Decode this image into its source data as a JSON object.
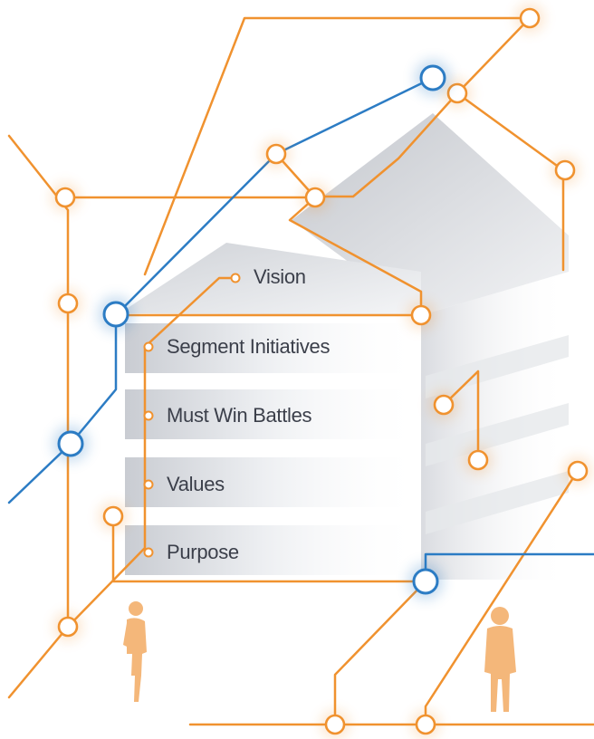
{
  "diagram": {
    "levels": [
      {
        "id": "vision",
        "label": "Vision"
      },
      {
        "id": "segment-initiatives",
        "label": "Segment Initiatives"
      },
      {
        "id": "must-win-battles",
        "label": "Must Win Battles"
      },
      {
        "id": "values",
        "label": "Values"
      },
      {
        "id": "purpose",
        "label": "Purpose"
      }
    ],
    "colors": {
      "orange": "#f0922f",
      "blue": "#2c7cc4",
      "gray": "#d4d7dc",
      "figure": "#f4b77a",
      "text": "#3b3f4a"
    }
  }
}
